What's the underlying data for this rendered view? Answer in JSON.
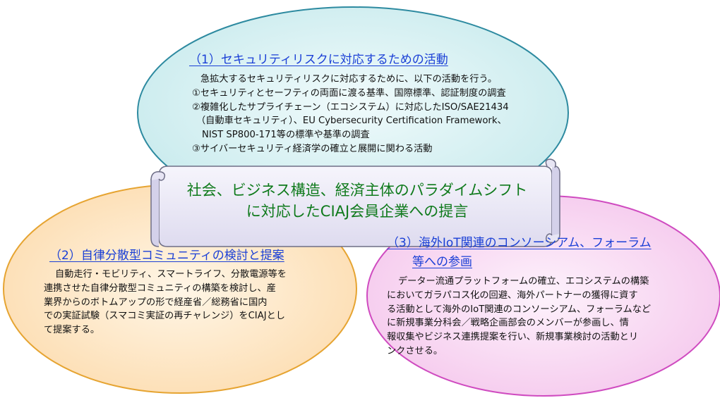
{
  "colors": {
    "top_fill": "#d4f0f2",
    "left_fill": "#fde3bc",
    "right_fill": "#f7cff0",
    "scroll_fill": "#eceaf7",
    "title_text": "#1a3fd6",
    "center_text": "#0f7a1c"
  },
  "top": {
    "title": "（1）セキュリティリスクに対応するための活動",
    "lines": [
      "急拡大するセキュリティリスクに対応するために、以下の活動を行う。",
      "①セキュリティとセーフティの両面に渡る基準、国際標準、認証制度の調査",
      "②複雑化したサプライチェーン（エコシステム）に対応したISO/SAE21434",
      "（自動車セキュリティ）、EU Cybersecurity Certification Framework、",
      "NIST SP800-171等の標準や基準の調査",
      "③サイバーセキュリティ経済学の確立と展開に関わる活動"
    ]
  },
  "center": {
    "lines": [
      "社会、ビジネス構造、経済主体のパラダイムシフト",
      "に対応したCIAJ会員企業への提言"
    ]
  },
  "left": {
    "title": "（2）自律分散型コミュニティの検討と提案",
    "lines": [
      "自動走行・モビリティ、スマートライフ、分散電源等を",
      "連携させた自律分散型コミュニティの構築を検討し、産",
      "業界からのボトムアップの形で経産省／総務省に国内",
      "での実証試験（スマコミ実証の再チャレンジ）をCIAJとし",
      "て提案する。"
    ]
  },
  "right": {
    "title_line1": "（3）海外IoT関連のコンソーシアム、フォーラム",
    "title_line2": "等への参画",
    "lines": [
      "データー流通プラットフォームの確立、エコシステムの構築",
      "においてガラパコス化の回避、海外パートナーの獲得に資す",
      "る活動として海外のIoT関連のコンソーシアム、フォーラムなど",
      "に新規事業分科会／戦略企画部会のメンバーが参画し、情",
      "報収集やビジネス連携提案を行い、新規事業検討の活動とリ",
      "ンクさせる。"
    ]
  }
}
